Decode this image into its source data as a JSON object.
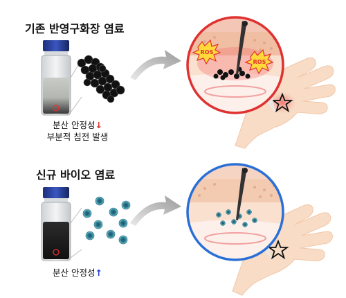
{
  "top": {
    "title": "기존 반영구화장 염료",
    "caption_line1": "분산 안정성",
    "caption_arrow": "↓",
    "caption_line2": "부분적 침전 발생",
    "ros_label_1": "ROS",
    "ros_label_2": "ROS",
    "circle_color": "#e03131",
    "arrow_color": "#e03131"
  },
  "bottom": {
    "title": "신규 바이오 염료",
    "caption_line1": "분산 안정성",
    "caption_arrow": "↑",
    "circle_color": "#2a6fd6",
    "arrow_color": "#1c3fd6"
  }
}
